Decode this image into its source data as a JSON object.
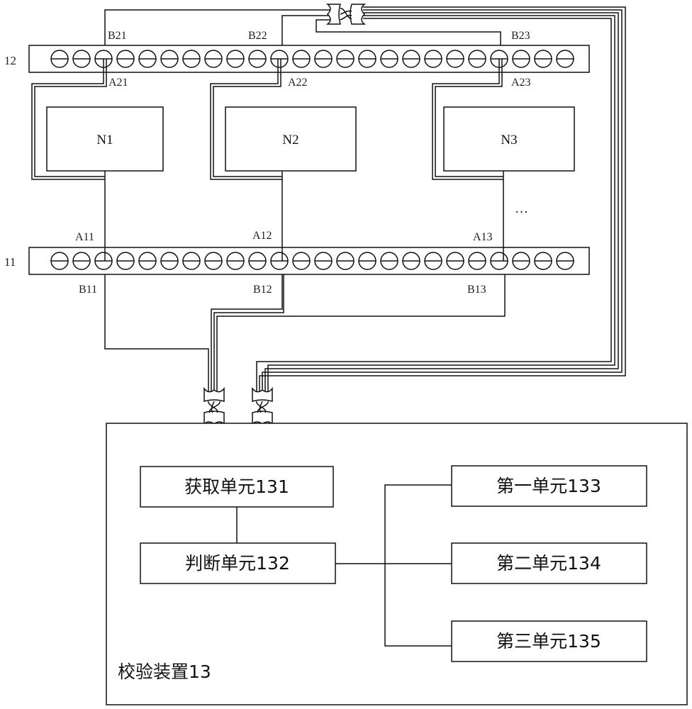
{
  "terminal_block_top": {
    "label": "12",
    "pins": [
      "B21",
      "B22",
      "B23",
      "A21",
      "A22",
      "A23"
    ]
  },
  "terminal_block_bottom": {
    "label": "11",
    "pins": [
      "A11",
      "A12",
      "A13",
      "B11",
      "B12",
      "B13"
    ]
  },
  "nodes": [
    "N1",
    "N2",
    "N3"
  ],
  "ellipsis": "…",
  "verifier": {
    "title": "校验装置13",
    "units": {
      "acquire": "获取单元131",
      "judge": "判断单元132",
      "first": "第一单元133",
      "second": "第二单元134",
      "third": "第三单元135"
    }
  }
}
